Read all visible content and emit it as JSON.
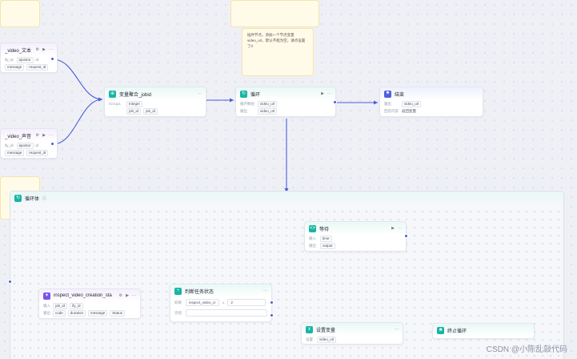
{
  "colors": {
    "accent": "#4d5bd8",
    "teal": "#19b5a4",
    "purple": "#7a53e8"
  },
  "notes": [
    {
      "text": ""
    },
    {
      "text": "插件节点，添加一个节点变量video_url，默认不能为空，请点设置了0"
    },
    {
      "text": ""
    }
  ],
  "nodes": {
    "video_text": {
      "title": "_video_文本",
      "row1": [
        "ify_id",
        "apostor",
        "id"
      ],
      "row2": [
        "message",
        "request_id"
      ]
    },
    "video_audio": {
      "title": "_video_声音",
      "row1": [
        "ify_id",
        "apostor",
        "id"
      ],
      "row2": [
        "message",
        "request_id"
      ]
    },
    "aggregate": {
      "title": "变量聚合_jobid",
      "row0_label": "Group1",
      "row0_type": "Integer",
      "row1": [
        "job_id",
        "job_id"
      ]
    },
    "loop": {
      "title": "循环",
      "in_label": "循环数组",
      "in_tag": "video_url",
      "out_label": "输出",
      "out_tag": "video_url"
    },
    "end": {
      "title": "结束",
      "out_label": "输出",
      "out_tag": "video_url",
      "mode_label": "回答内容",
      "mode_value": "返回变量"
    },
    "loop_body": {
      "title": "循环体"
    },
    "inspect": {
      "title": "inspect_video_creation_sta",
      "in_label": "输入",
      "in_tags": [
        "job_id",
        "ify_id"
      ],
      "out_label": "输出",
      "out_tags": [
        "code",
        "duration",
        "message",
        "Status"
      ]
    },
    "condition": {
      "title": "判断任务状态",
      "if_label": "如果",
      "if_var": "inspect_video_cr",
      "if_op": "=",
      "if_value": "2",
      "else_label": "否则"
    },
    "wait": {
      "title": "等待",
      "in_label": "输入",
      "in_tag": "time",
      "out_label": "输出",
      "out_tag": "output"
    },
    "setvar": {
      "title": "设置变量",
      "label": "设置",
      "tag": "video_url"
    },
    "break": {
      "title": "终止循环"
    }
  },
  "watermark": "CSDN @小陈乱敲代码"
}
